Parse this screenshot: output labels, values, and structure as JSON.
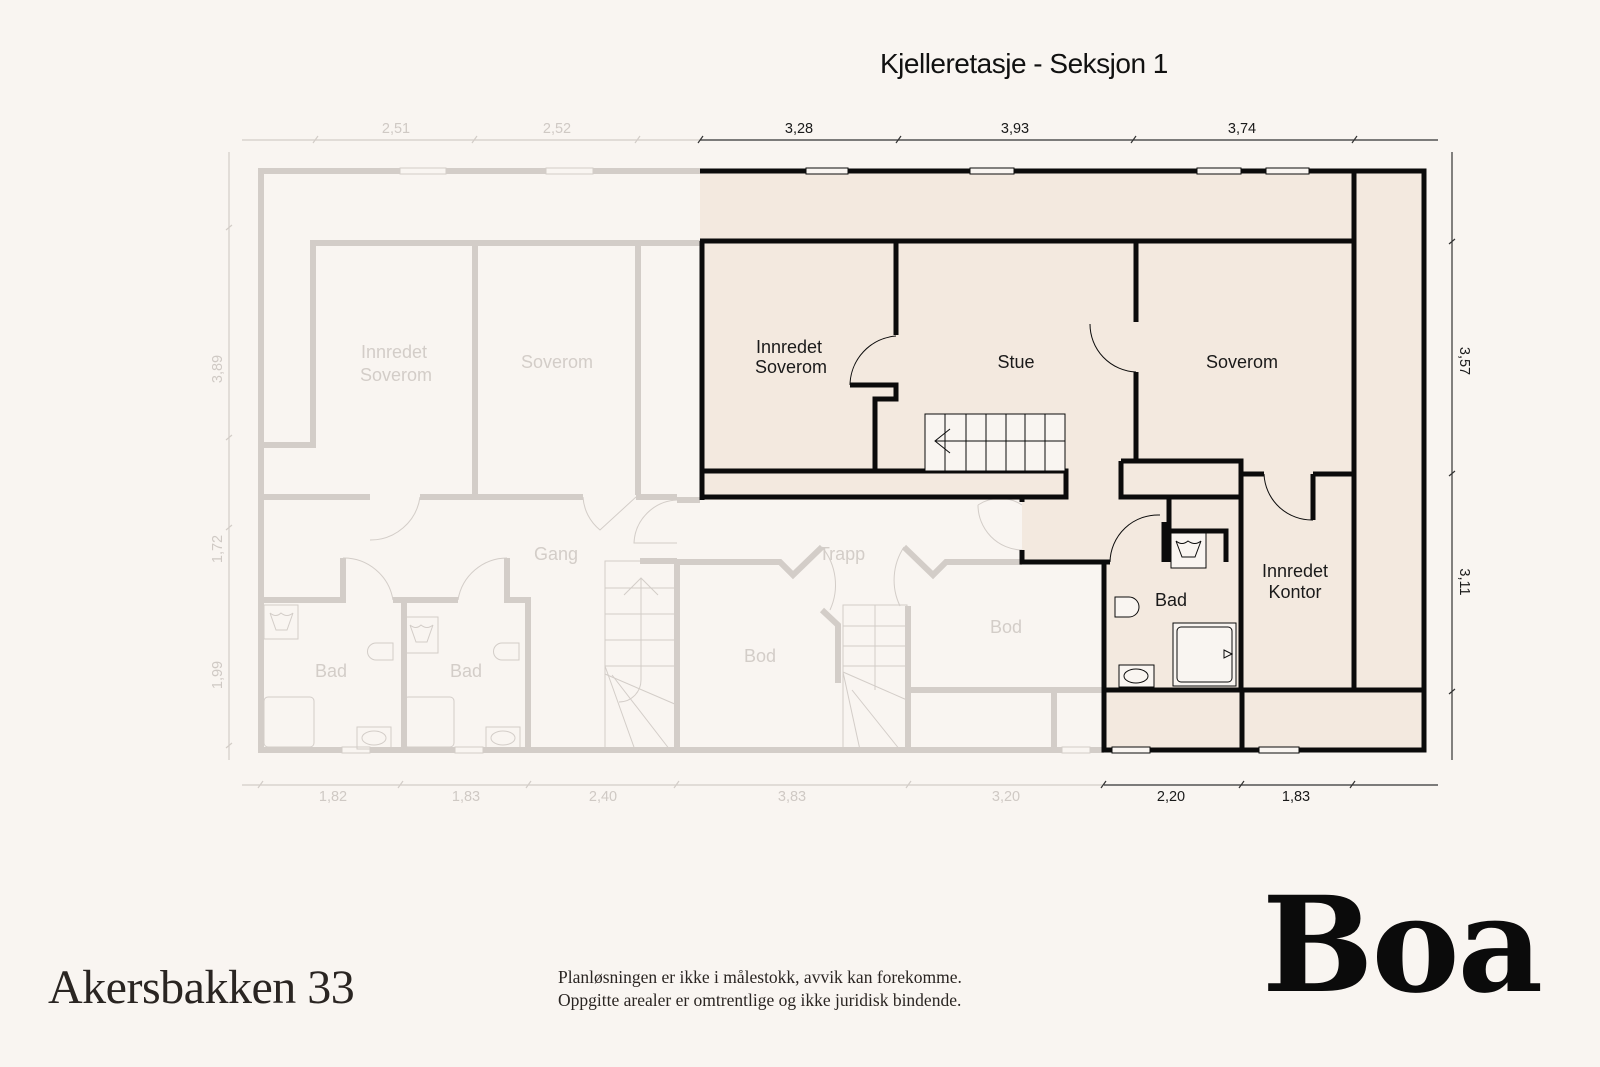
{
  "header": {
    "title": "Kjelleretasje - Seksjon 1"
  },
  "colors": {
    "background": "#f9f5f1",
    "active_fill": "#f3e9df",
    "active_wall": "#0b0b0b",
    "inactive_wall": "#d3cdc8",
    "inactive_text": "#d3cdc8"
  },
  "dimensions": {
    "top_inactive": [
      "2,51",
      "2,52"
    ],
    "top_active": [
      "3,28",
      "3,93",
      "3,74"
    ],
    "bottom_inactive": [
      "1,82",
      "1,83",
      "2,40",
      "3,83",
      "3,20"
    ],
    "bottom_active": [
      "2,20",
      "1,83"
    ],
    "left_inactive": [
      "3,89",
      "1,72",
      "1,99"
    ],
    "right_active": [
      "3,57",
      "3,11"
    ]
  },
  "rooms": {
    "active": {
      "innredet_soverom": [
        "Innredet",
        "Soverom"
      ],
      "stue": "Stue",
      "soverom": "Soverom",
      "bad": "Bad",
      "innredet_kontor": [
        "Innredet",
        "Kontor"
      ]
    },
    "inactive": {
      "innredet_soverom": [
        "Innredet",
        "Soverom"
      ],
      "soverom": "Soverom",
      "gang": "Gang",
      "trapp": "Trapp",
      "bad_1": "Bad",
      "bad_2": "Bad",
      "bod_1": "Bod",
      "bod_2": "Bod"
    }
  },
  "footer": {
    "address": "Akersbakken 33",
    "disclaimer_line1": "Planløsningen er ikke i målestokk, avvik kan forekomme.",
    "disclaimer_line2": "Oppgitte arealer er omtrentlige og ikke juridisk bindende.",
    "logo": "Boa"
  }
}
